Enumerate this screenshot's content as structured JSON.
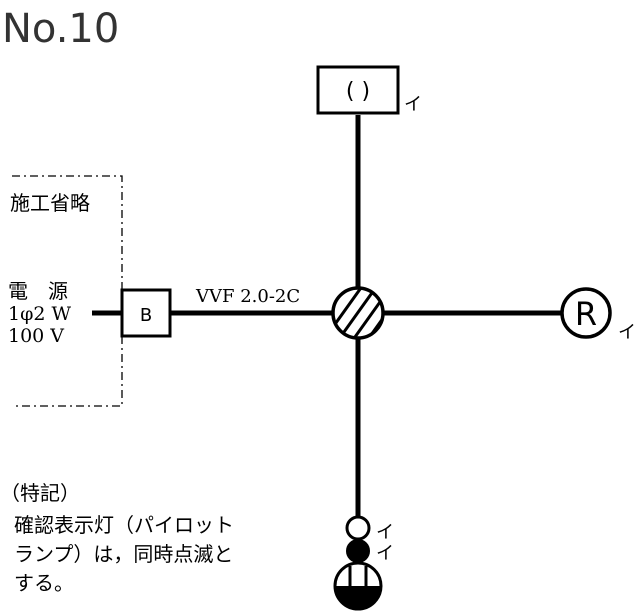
{
  "title": "No.10",
  "construction_omitted": "施工省略",
  "power_source": {
    "line1": "電　源",
    "line2": "1φ2 W",
    "line3": "100 V"
  },
  "breaker_label": "B",
  "cable_label": "VVF 2.0-2C",
  "top_fixture": {
    "symbol": "( )",
    "circuit": "イ"
  },
  "right_fixture": {
    "symbol": "R",
    "circuit": "イ"
  },
  "pilot_lamp_white_circuit": "イ",
  "pilot_lamp_black_circuit": "イ",
  "notes": {
    "heading": "（特記）",
    "line1": "確認表示灯（パイロット",
    "line2": "ランプ）は，同時点滅と",
    "line3": "する。"
  }
}
